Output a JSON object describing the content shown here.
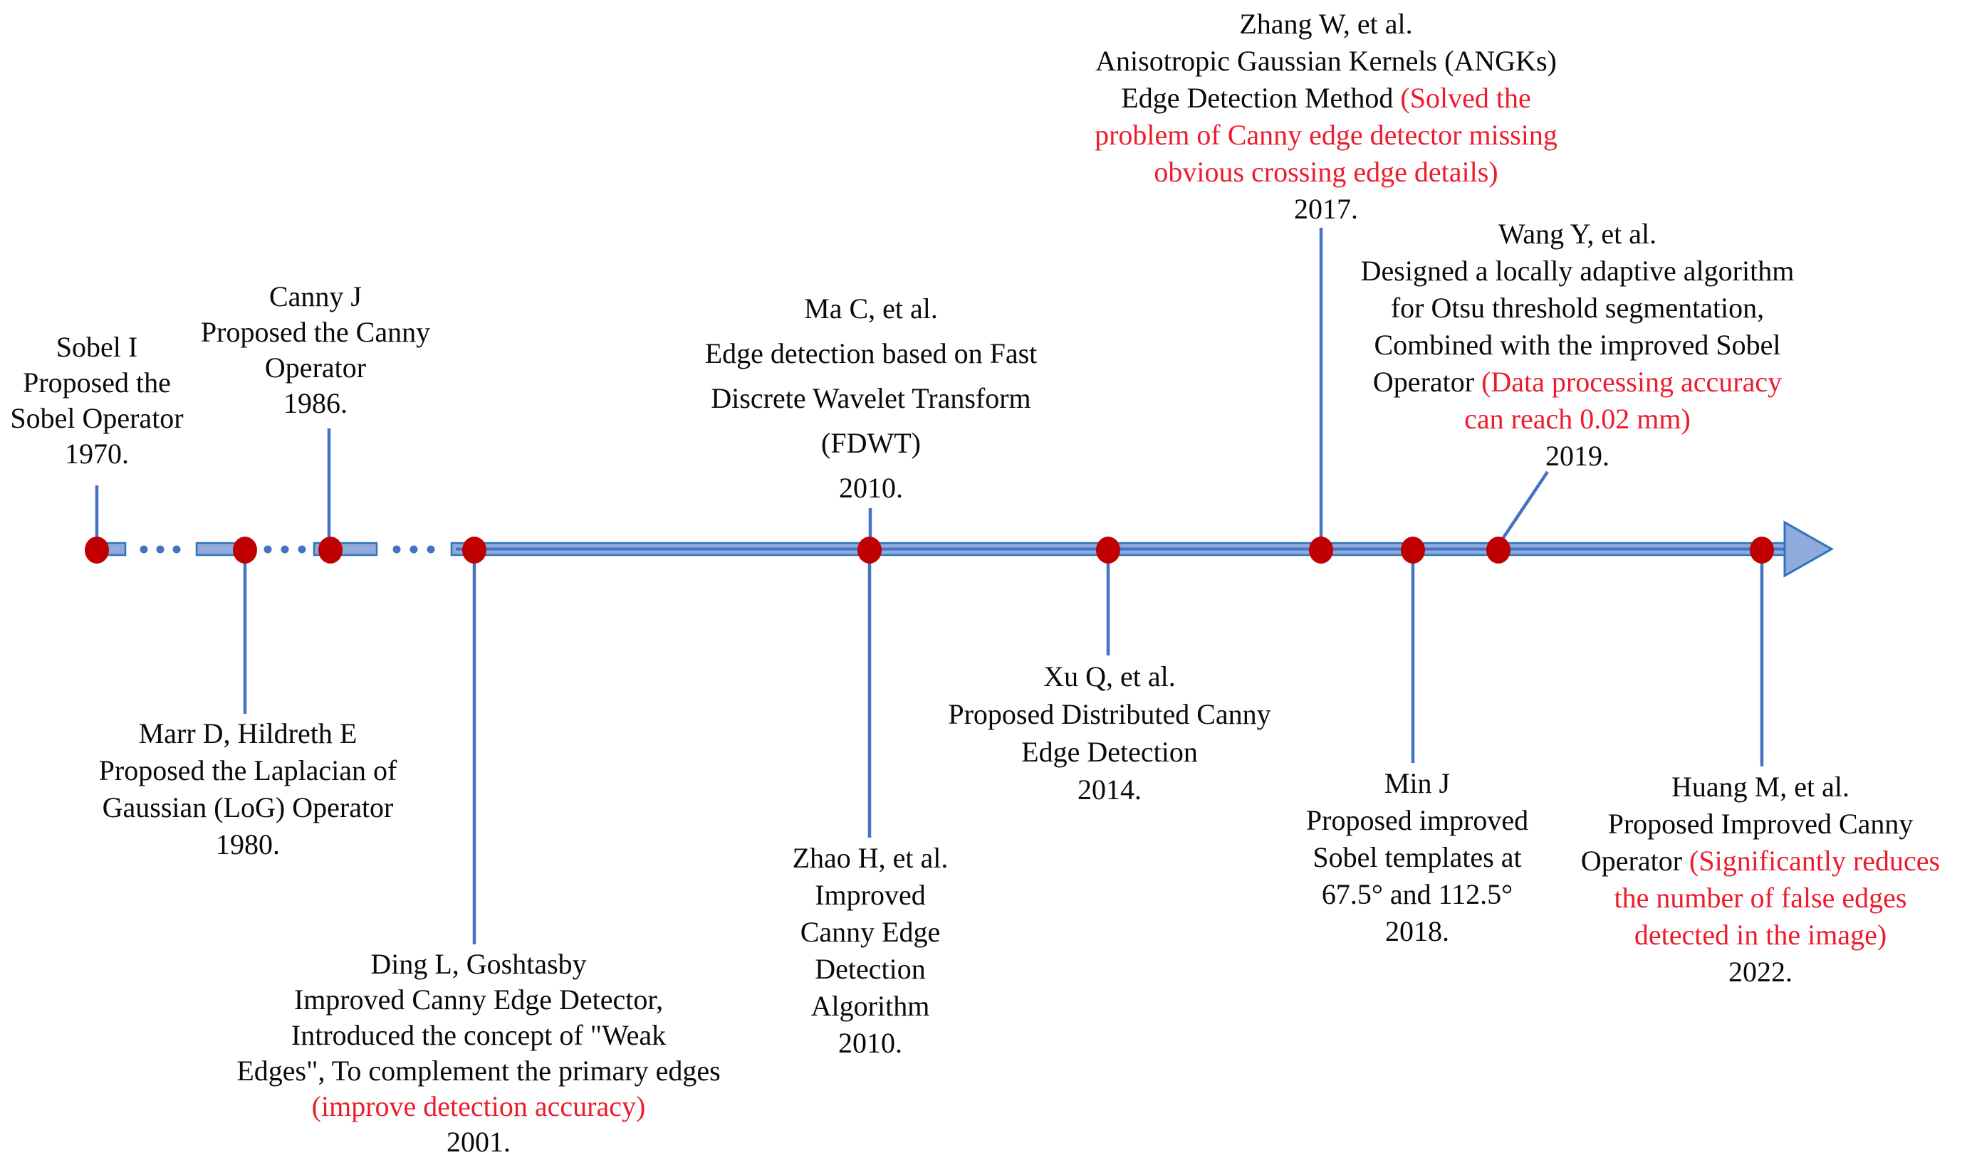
{
  "figure": {
    "kind": "timeline-diagram",
    "subject": "History of edge detection operators and algorithms"
  },
  "colors": {
    "accent_blue": "#4472C4",
    "bar_fill": "#8FAADC",
    "bar_border": "#2E75B6",
    "dot_red": "#C00000",
    "text_red": "#ED1C2D",
    "text_black": "#0A0A0A",
    "background": "#FFFFFF"
  },
  "timeline": {
    "dot_years": [
      "1970",
      "1980",
      "1986",
      "2001",
      "2010",
      "2014",
      "2017",
      "2018",
      "2019",
      "2022"
    ],
    "has_left_dashed_gaps": true,
    "arrow_direction": "right"
  },
  "events": [
    {
      "id": "sobel-1970",
      "year": "1970",
      "side": "above",
      "lines": [
        [
          {
            "t": "Sobel I"
          }
        ],
        [
          {
            "t": "Proposed the"
          }
        ],
        [
          {
            "t": "Sobel Operator"
          }
        ],
        [
          {
            "t": "1970."
          }
        ]
      ]
    },
    {
      "id": "marr-1980",
      "year": "1980",
      "side": "below",
      "lines": [
        [
          {
            "t": "Marr D, Hildreth E"
          }
        ],
        [
          {
            "t": "Proposed the Laplacian of"
          }
        ],
        [
          {
            "t": "Gaussian (LoG) Operator"
          }
        ],
        [
          {
            "t": "1980."
          }
        ]
      ]
    },
    {
      "id": "canny-1986",
      "year": "1986",
      "side": "above",
      "lines": [
        [
          {
            "t": "Canny J"
          }
        ],
        [
          {
            "t": "Proposed the Canny"
          }
        ],
        [
          {
            "t": "Operator"
          }
        ],
        [
          {
            "t": "1986."
          }
        ]
      ]
    },
    {
      "id": "ding-2001",
      "year": "2001",
      "side": "below",
      "lines": [
        [
          {
            "t": "Ding L, Goshtasby"
          }
        ],
        [
          {
            "t": "Improved Canny Edge Detector,"
          }
        ],
        [
          {
            "t": "Introduced the concept of \"Weak"
          }
        ],
        [
          {
            "t": "Edges\", To complement the primary edges"
          }
        ],
        [
          {
            "t": "(improve detection accuracy)",
            "c": "red"
          }
        ],
        [
          {
            "t": "2001."
          }
        ]
      ]
    },
    {
      "id": "ma-2010",
      "year": "2010",
      "side": "above",
      "lines": [
        [
          {
            "t": "Ma C, et al."
          }
        ],
        [
          {
            "t": "Edge detection based on Fast"
          }
        ],
        [
          {
            "t": "Discrete Wavelet Transform"
          }
        ],
        [
          {
            "t": "(FDWT)"
          }
        ],
        [
          {
            "t": "2010."
          }
        ]
      ]
    },
    {
      "id": "zhao-2010",
      "year": "2010",
      "side": "below",
      "lines": [
        [
          {
            "t": "Zhao H, et al."
          }
        ],
        [
          {
            "t": "Improved"
          }
        ],
        [
          {
            "t": "Canny Edge"
          }
        ],
        [
          {
            "t": "Detection"
          }
        ],
        [
          {
            "t": "Algorithm"
          }
        ],
        [
          {
            "t": "2010."
          }
        ]
      ]
    },
    {
      "id": "xu-2014",
      "year": "2014",
      "side": "below",
      "lines": [
        [
          {
            "t": "Xu Q, et al."
          }
        ],
        [
          {
            "t": "Proposed Distributed Canny"
          }
        ],
        [
          {
            "t": "Edge Detection"
          }
        ],
        [
          {
            "t": "2014."
          }
        ]
      ]
    },
    {
      "id": "zhang-2017",
      "year": "2017",
      "side": "above",
      "lines": [
        [
          {
            "t": "Zhang W, et al."
          }
        ],
        [
          {
            "t": "Anisotropic Gaussian Kernels (ANGKs)"
          }
        ],
        [
          {
            "t": "Edge Detection Method "
          },
          {
            "t": "(Solved the",
            "c": "red"
          }
        ],
        [
          {
            "t": "problem of Canny edge detector missing",
            "c": "red"
          }
        ],
        [
          {
            "t": "obvious crossing edge details)",
            "c": "red"
          }
        ],
        [
          {
            "t": "2017."
          }
        ]
      ]
    },
    {
      "id": "min-2018",
      "year": "2018",
      "side": "below",
      "lines": [
        [
          {
            "t": "Min J"
          }
        ],
        [
          {
            "t": "Proposed improved"
          }
        ],
        [
          {
            "t": "Sobel templates at"
          }
        ],
        [
          {
            "t": "67.5° and 112.5°"
          }
        ],
        [
          {
            "t": "2018."
          }
        ]
      ]
    },
    {
      "id": "wang-2019",
      "year": "2019",
      "side": "above",
      "lines": [
        [
          {
            "t": "Wang Y, et al."
          }
        ],
        [
          {
            "t": "Designed a locally adaptive algorithm"
          }
        ],
        [
          {
            "t": "for Otsu threshold segmentation,"
          }
        ],
        [
          {
            "t": "Combined with the improved Sobel"
          }
        ],
        [
          {
            "t": "Operator "
          },
          {
            "t": "(Data processing accuracy",
            "c": "red"
          }
        ],
        [
          {
            "t": "can reach 0.02 mm)",
            "c": "red"
          }
        ],
        [
          {
            "t": "2019."
          }
        ]
      ]
    },
    {
      "id": "huang-2022",
      "year": "2022",
      "side": "below",
      "lines": [
        [
          {
            "t": "Huang M, et al."
          }
        ],
        [
          {
            "t": "Proposed Improved Canny"
          }
        ],
        [
          {
            "t": "Operator "
          },
          {
            "t": "(Significantly reduces",
            "c": "red"
          }
        ],
        [
          {
            "t": "the number of false edges",
            "c": "red"
          }
        ],
        [
          {
            "t": "detected in the image)",
            "c": "red"
          }
        ],
        [
          {
            "t": "2022."
          }
        ]
      ]
    }
  ]
}
